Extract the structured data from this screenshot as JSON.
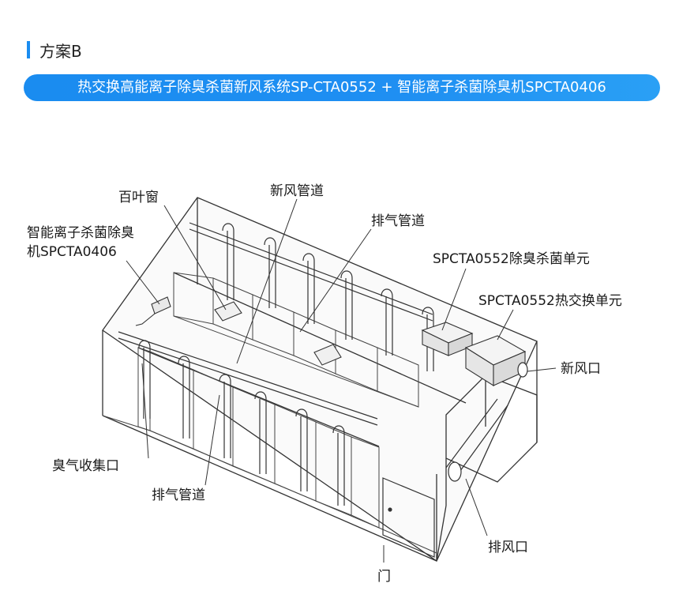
{
  "section": {
    "title": "方案B"
  },
  "banner": {
    "text": "热交换高能离子除臭杀菌新风系统SP-CTA0552 + 智能离子杀菌除臭机SPCTA0406"
  },
  "labels": {
    "louver": "百叶窗",
    "fresh_air_duct": "新风管道",
    "exhaust_duct_top": "排气管道",
    "smart_unit_line1": "智能离子杀菌除臭",
    "smart_unit_line2": "机SPCTA0406",
    "deodor_unit": "SPCTA0552除臭杀菌单元",
    "heat_exchange_unit": "SPCTA0552热交换单元",
    "fresh_air_inlet": "新风口",
    "odor_collection": "臭气收集口",
    "exhaust_duct_bottom": "排气管道",
    "exhaust_outlet": "排风口",
    "door": "门"
  },
  "colors": {
    "accent": "#1a8cf0",
    "line": "#333333"
  }
}
